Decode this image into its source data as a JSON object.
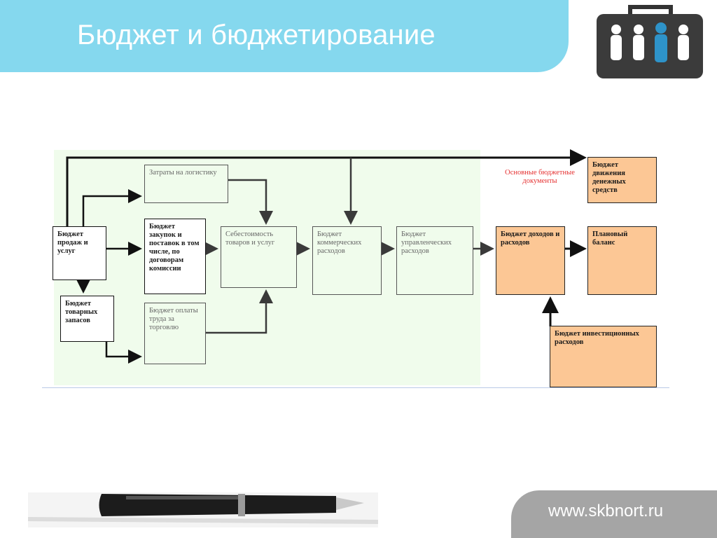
{
  "title": "Бюджет и бюджетирование",
  "footer_url": "www.skbnort.ru",
  "diagram": {
    "note": "Основные бюджетные документы",
    "nodes": {
      "sales": "Бюджет продаж и услуг",
      "inventory": "Бюджет товарных запасов",
      "logistics": "Затраты на логистику",
      "purchases": "Бюджет закупок и поставок в том числе, по договорам комиссии",
      "labor": "Бюджет оплаты труда за торговлю",
      "cost": "Себестоимость товаров и услуг",
      "commercial": "Бюджет коммерческих расходов",
      "management": "Бюджет управленческих расходов",
      "income": "Бюджет доходов и расходов",
      "cashflow": "Бюджет движения денежных средств",
      "balance": "Плановый баланс",
      "investment": "Бюджет инвестиционных расходов"
    },
    "colors": {
      "main_documents_fill": "#fcc795",
      "flow_area_fill": "#f0fcec",
      "note_color": "#e53232",
      "grey_arrow": "#3a3a3a"
    }
  }
}
